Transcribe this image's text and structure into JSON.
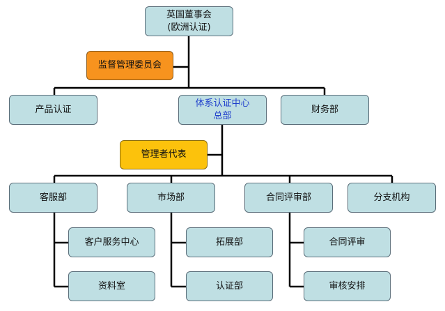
{
  "nodes": {
    "board": {
      "line1": "英国董事会",
      "line2": "(欧洲认证)"
    },
    "supervision": {
      "label": "监督管理委员会"
    },
    "product_cert": {
      "label": "产品认证"
    },
    "hq": {
      "line1": "体系认证中心",
      "line2": "总部"
    },
    "finance": {
      "label": "财务部"
    },
    "mgmt_rep": {
      "label": "管理者代表"
    },
    "customer_service": {
      "label": "客服部"
    },
    "market": {
      "label": "市场部"
    },
    "contract_review_dept": {
      "label": "合同评审部"
    },
    "branches": {
      "label": "分支机构"
    },
    "customer_service_center": {
      "label": "客户服务中心"
    },
    "archives": {
      "label": "资料室"
    },
    "expansion": {
      "label": "拓展部"
    },
    "certification": {
      "label": "认证部"
    },
    "contract_review": {
      "label": "合同评审"
    },
    "audit_scheduling": {
      "label": "审核安排"
    }
  },
  "colors": {
    "box_fill": "#bfdfe3",
    "supervision_fill": "#f7931e",
    "mgmt_rep_fill": "#fcc20c",
    "hq_text": "#1f3fcc",
    "line": "#000000"
  }
}
